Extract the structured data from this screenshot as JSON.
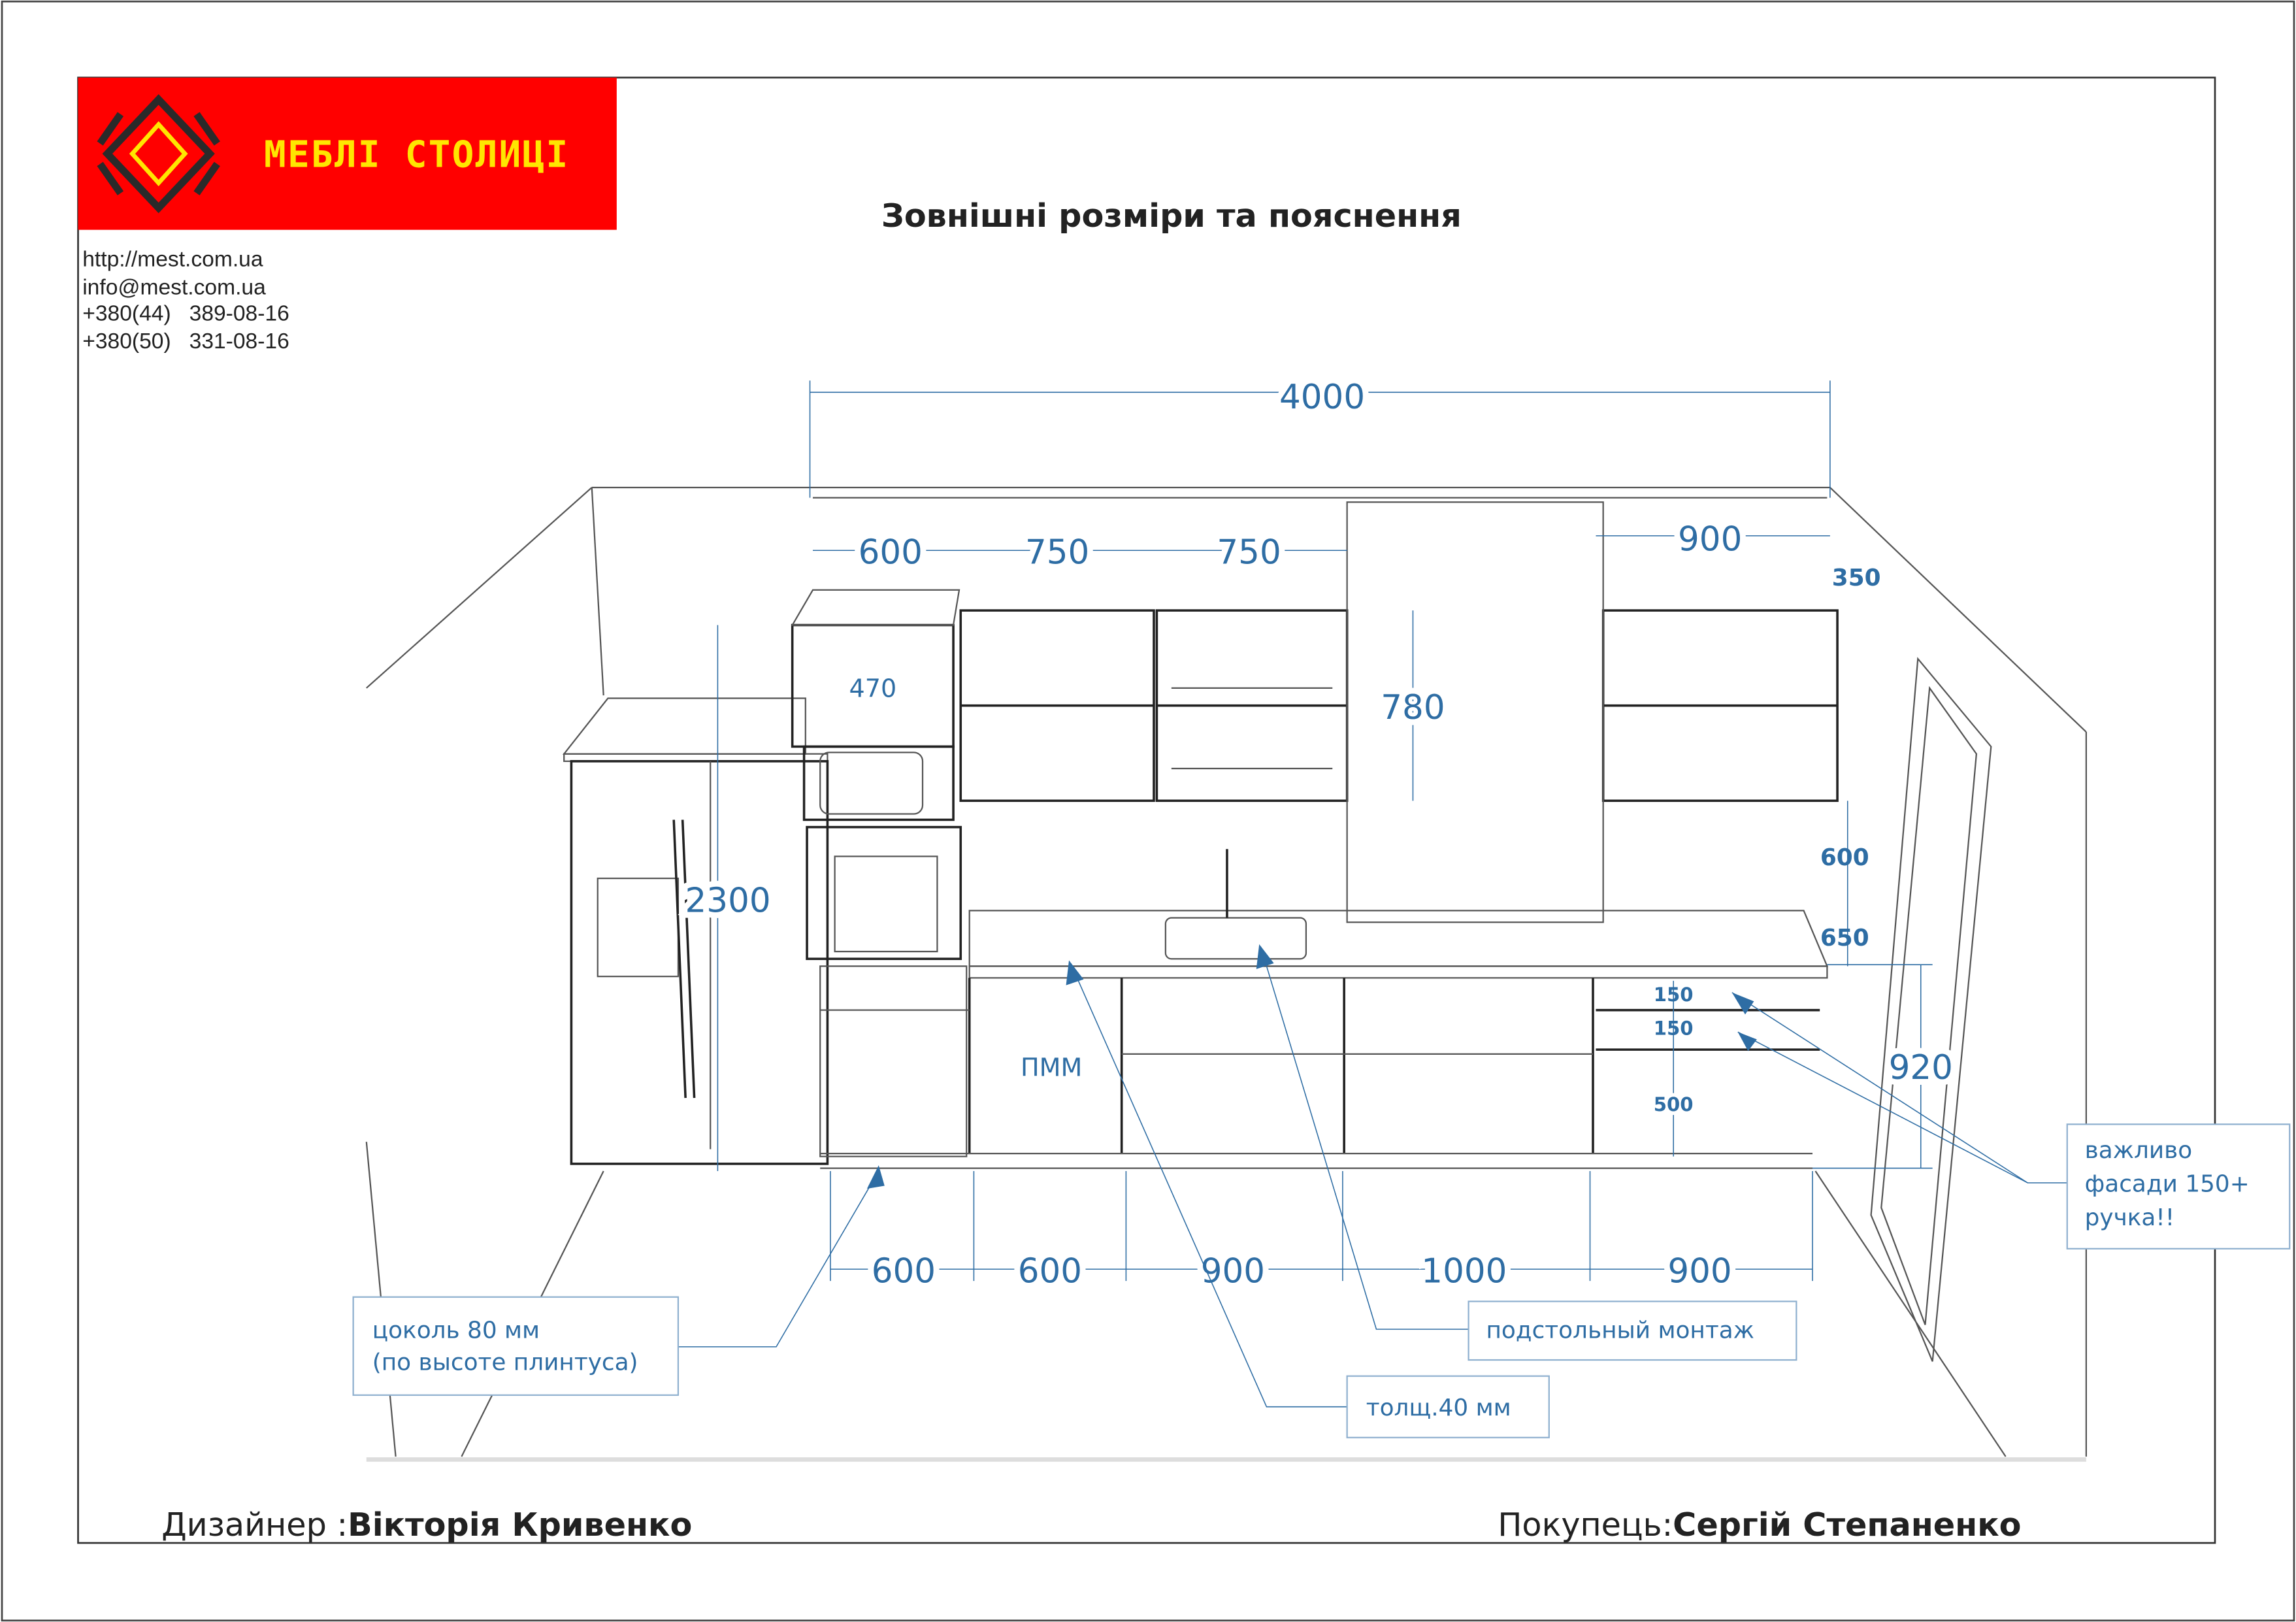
{
  "header": {
    "brand": "МЕБЛІ СТОЛИЦІ",
    "title": "Зовнішні розміри та пояснення",
    "contacts": [
      "http://mest.com.ua",
      "info@mest.com.ua",
      "+380(44)   389-08-16",
      "+380(50)   331-08-16"
    ]
  },
  "dimensions": {
    "total_width": "4000",
    "upper": [
      "600",
      "750",
      "750",
      "900"
    ],
    "upper_depth": "350",
    "upper_height": "780",
    "micro_niche": "470",
    "total_height": "2300",
    "backsplash": "600",
    "counter_height": "650",
    "base_height": "920",
    "drawers": [
      "150",
      "150",
      "500"
    ],
    "lower": [
      "600",
      "600",
      "900",
      "1000",
      "900"
    ],
    "dishwasher": "ПММ"
  },
  "notes": {
    "plinth": [
      "цоколь 80 мм",
      "(по высоте плинтуса)"
    ],
    "sink": "подстольный монтаж",
    "countertop": "толщ.40 мм",
    "important": [
      "важливо",
      "фасади 150+",
      "ручка!!"
    ]
  },
  "footer": {
    "designer_label": "Дизайнер :",
    "designer_name": "Вікторія Кривенко",
    "client_label": "Покупець:",
    "client_name": "Сергій Степаненко"
  },
  "colors": {
    "brand_red": "#ff0000",
    "brand_yellow": "#ffe600",
    "dimension_blue": "#2e6da4"
  }
}
